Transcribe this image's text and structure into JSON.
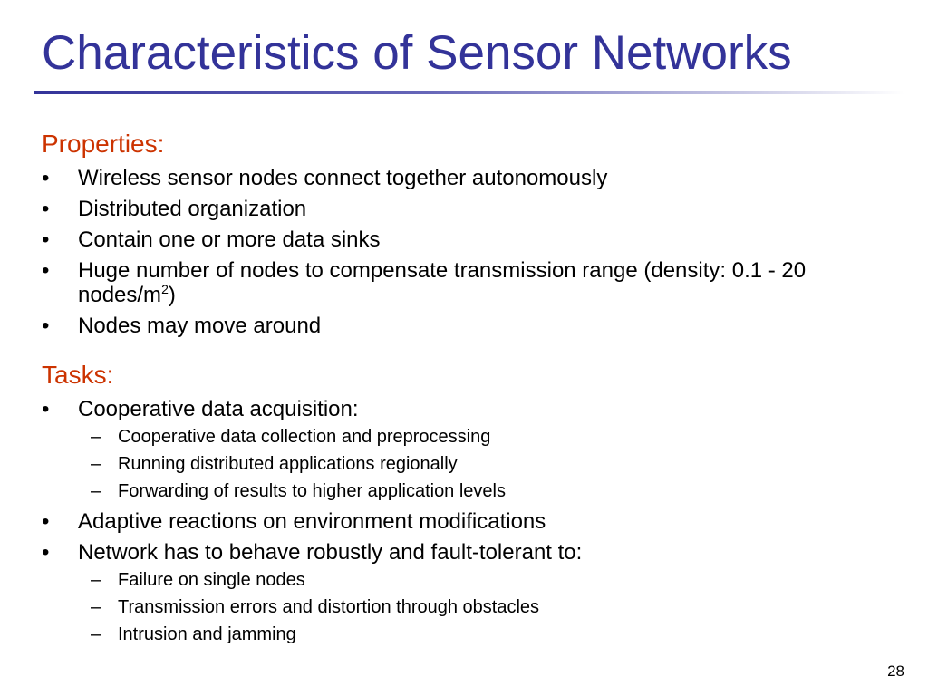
{
  "slide": {
    "title": "Characteristics of Sensor Networks",
    "page_number": "28"
  },
  "properties": {
    "heading": "Properties:",
    "items": [
      "Wireless sensor nodes connect together autonomously",
      "Distributed  organization",
      "Contain one or more data sinks",
      {
        "text": "Huge number of nodes to compensate transmission range (density: 0.1 - 20 nodes/m",
        "sup": "2",
        "suffix": ")"
      },
      "Nodes may move around"
    ]
  },
  "tasks": {
    "heading": "Tasks:",
    "items": [
      {
        "text": "Cooperative data acquisition:",
        "subitems": [
          "Cooperative data collection and preprocessing",
          "Running distributed applications regionally",
          "Forwarding of results to higher application levels"
        ]
      },
      {
        "text": "Adaptive reactions on environment modifications",
        "subitems": []
      },
      {
        "text": "Network has to behave robustly and fault-tolerant to:",
        "subitems": [
          "Failure on single nodes",
          "Transmission errors and distortion through obstacles",
          "Intrusion and jamming"
        ]
      }
    ]
  },
  "glyphs": {
    "bullet": "•",
    "dash": "–"
  },
  "colors": {
    "title": "#333399",
    "heading": "#cc3300",
    "body": "#000000"
  }
}
